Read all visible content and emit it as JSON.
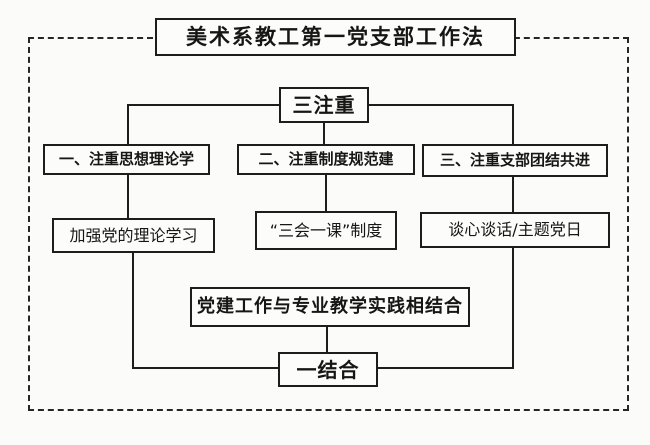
{
  "appearance": {
    "background_color": "#fbfbf9",
    "line_color": "#1d1d1d",
    "text_color": "#161616",
    "frame_style": "dashed"
  },
  "diagram": {
    "title": "美术系教工第一党支部工作法",
    "top_node": "三注重",
    "branches": [
      {
        "heading": "一、注重思想理论学",
        "detail": "加强党的理论学习"
      },
      {
        "heading": "二、注重制度规范建",
        "detail": "“三会一课”制度"
      },
      {
        "heading": "三、注重支部团结共进",
        "detail": "谈心谈话/主题党日"
      }
    ],
    "integration_node": "党建工作与专业教学实践相结合",
    "bottom_node": "一结合"
  }
}
